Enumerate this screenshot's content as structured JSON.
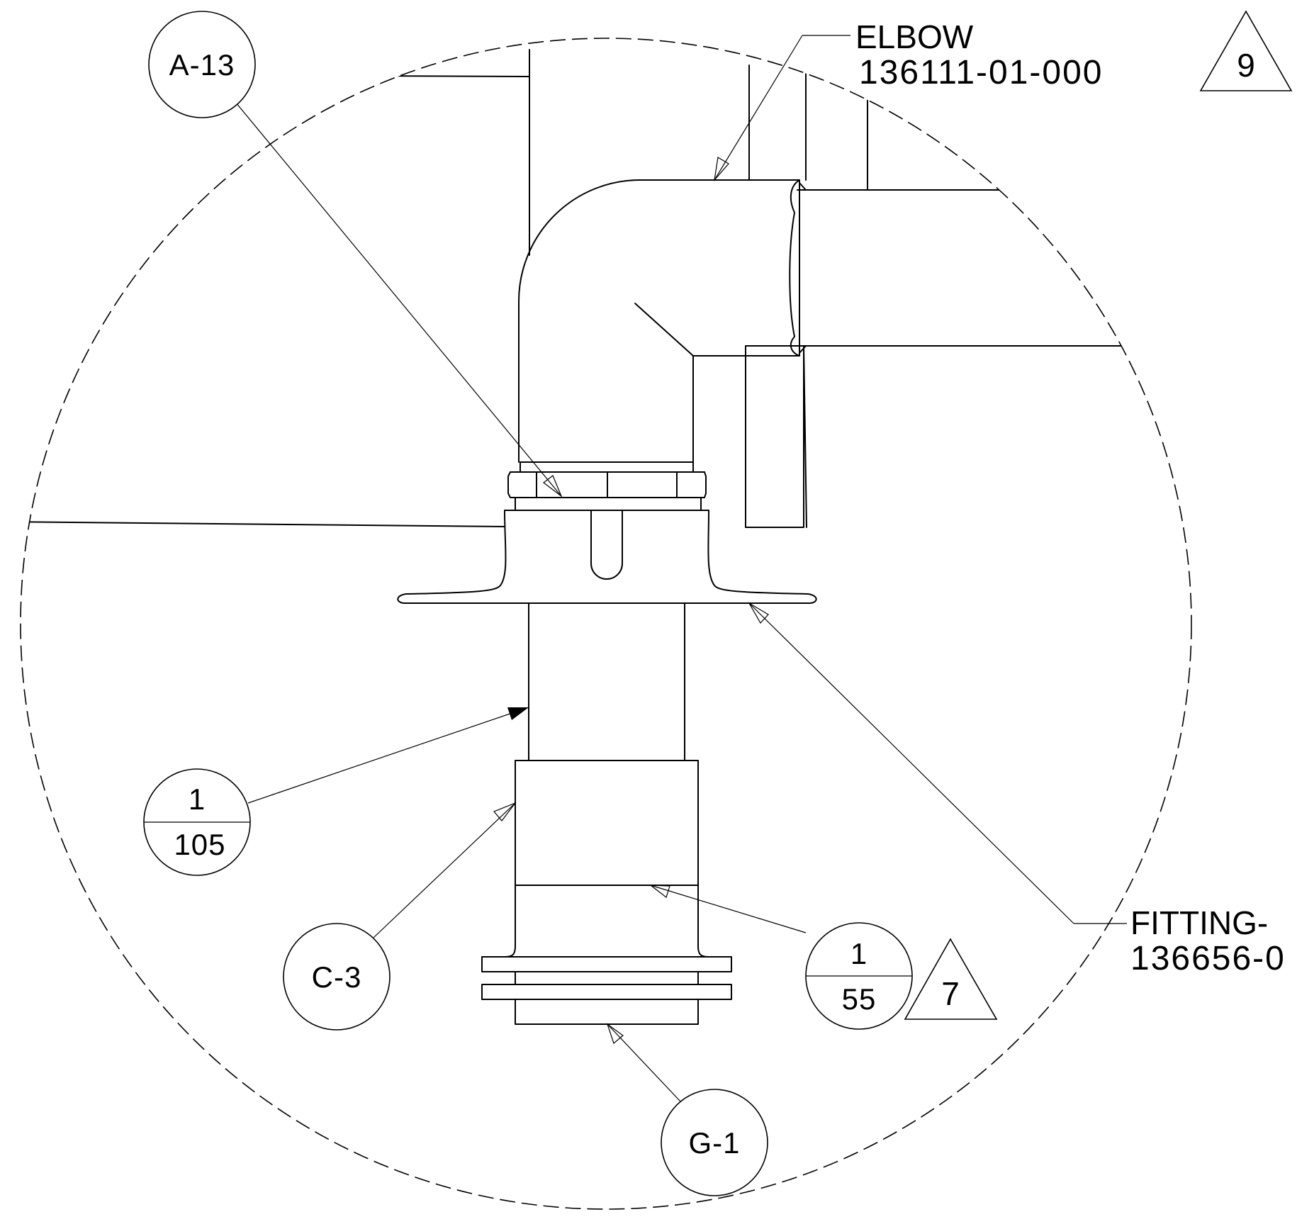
{
  "callouts": {
    "a13": "A-13",
    "c3": "C-3",
    "g1": "G-1",
    "detail_105": {
      "top": "1",
      "bottom": "105"
    },
    "detail_55": {
      "top": "1",
      "bottom": "55"
    }
  },
  "flags": {
    "flag_9": "9",
    "flag_7": "7"
  },
  "labels": {
    "elbow_name": "ELBOW",
    "elbow_number": "136111-01-000",
    "fitting_name": "FITTING-",
    "fitting_number": "136656-0"
  }
}
